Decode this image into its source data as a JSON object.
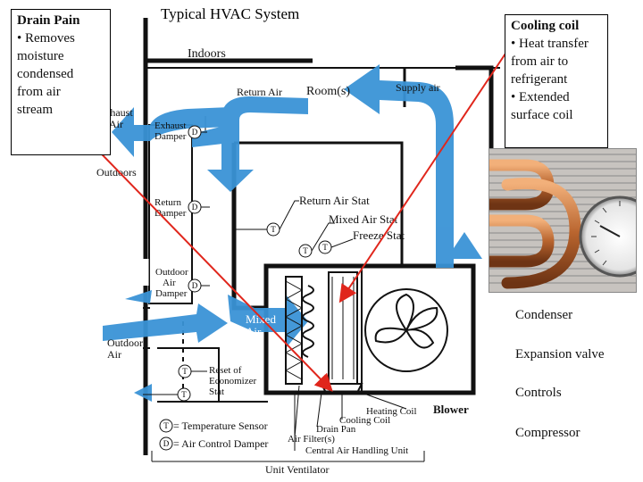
{
  "diagram_title": "Typical HVAC System",
  "callouts": {
    "drain": {
      "title": "Drain Pain",
      "bullets": [
        "• Removes",
        "moisture",
        "condensed",
        "from air",
        "stream"
      ]
    },
    "cooling": {
      "title": "Cooling coil",
      "bullets": [
        "• Heat transfer",
        "from air to",
        "refrigerant",
        "• Extended",
        "surface coil"
      ]
    }
  },
  "right_labels": [
    "Condenser",
    "Expansion valve",
    "Controls",
    "Compressor"
  ],
  "labels": {
    "indoors": "Indoors",
    "return_air": "Return Air",
    "rooms": "Room(s)",
    "supply_air": "Supply air",
    "exhaust_air_1": "Exhaust",
    "exhaust_air_2": "Air",
    "exhaust_damper_1": "Exhaust",
    "exhaust_damper_2": "Damper",
    "outdoors": "Outdoors",
    "return_damper_1": "Return",
    "return_damper_2": "Damper",
    "return_air_stat": "Return Air Stat",
    "mixed_air_stat": "Mixed Air Stat",
    "freeze_stat": "Freeze Stat",
    "outdoor_air_damper_1": "Outdoor",
    "outdoor_air_damper_2": "Air",
    "outdoor_air_damper_3": "Damper",
    "mixed_air_1": "Mixed",
    "mixed_air_2": "Air",
    "outdoor_air_1": "Outdoor",
    "outdoor_air_2": "Air",
    "reset_1": "Reset of",
    "reset_2": "Economizer",
    "reset_3": "Stat",
    "heating_coil": "Heating Coil",
    "blower": "Blower",
    "cooling_coil": "Cooling Coil",
    "drain_pan": "Drain Pan",
    "air_filters": "Air Filter(s)",
    "central_unit": "Central Air Handling Unit",
    "unit_ventilator": "Unit Ventilator",
    "legend_t": "= Temperature Sensor",
    "legend_d": "= Air Control Damper",
    "sym_t": "T",
    "sym_d": "D"
  },
  "colors": {
    "airflow": "#3a93d6",
    "pointer": "#e0261c",
    "structure": "#111111"
  }
}
